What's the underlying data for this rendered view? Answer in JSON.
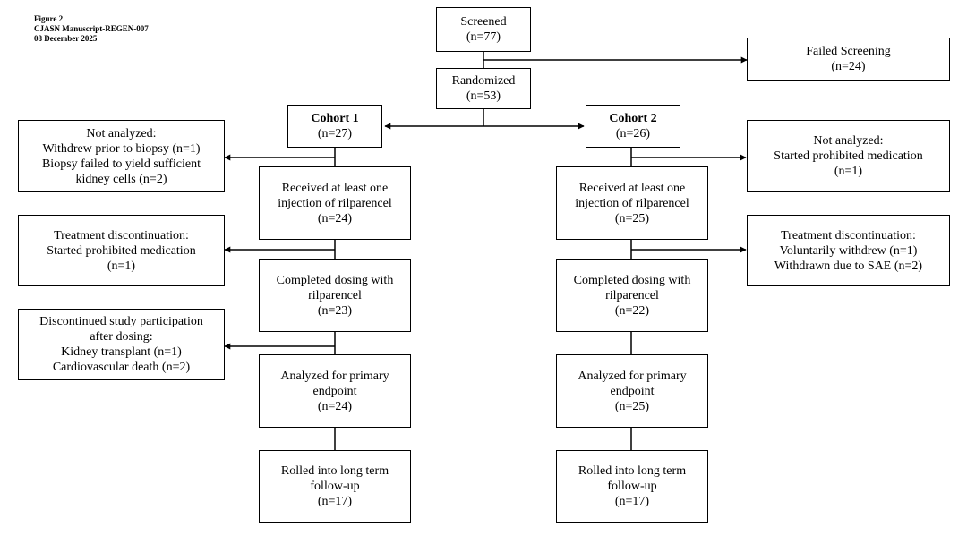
{
  "header": {
    "line1": "Figure 2",
    "line2": "CJASN Manuscript-REGEN-007",
    "line3": "08 December 2025"
  },
  "nodes": {
    "screened": [
      "Screened",
      "(n=77)"
    ],
    "failed_screening": [
      "Failed Screening",
      "(n=24)"
    ],
    "randomized": [
      "Randomized",
      "(n=53)"
    ],
    "cohort1": {
      "title": "Cohort 1",
      "n": "(n=27)"
    },
    "cohort2": {
      "title": "Cohort 2",
      "n": "(n=26)"
    },
    "c1_not_analyzed": [
      "Not analyzed:",
      "Withdrew prior to biopsy (n=1)",
      "Biopsy failed to yield sufficient",
      "kidney cells (n=2)"
    ],
    "c2_not_analyzed": [
      "Not analyzed:",
      "Started prohibited medication",
      "(n=1)"
    ],
    "c1_received": [
      "Received at least one",
      "injection of rilparencel",
      "(n=24)"
    ],
    "c2_received": [
      "Received at least one",
      "injection of rilparencel",
      "(n=25)"
    ],
    "c1_treatment_disc": [
      "Treatment discontinuation:",
      "Started prohibited medication",
      "(n=1)"
    ],
    "c2_treatment_disc": [
      "Treatment discontinuation:",
      "Voluntarily withdrew  (n=1)",
      "Withdrawn due to SAE (n=2)"
    ],
    "c1_completed": [
      "Completed dosing with",
      "rilparencel",
      "(n=23)"
    ],
    "c2_completed": [
      "Completed dosing with",
      "rilparencel",
      "(n=22)"
    ],
    "c1_discontinued_study": [
      "Discontinued study participation",
      "after dosing:",
      "Kidney transplant (n=1)",
      "Cardiovascular death  (n=2)"
    ],
    "c1_analyzed": [
      "Analyzed for primary",
      "endpoint",
      "(n=24)"
    ],
    "c2_analyzed": [
      "Analyzed for primary",
      "endpoint",
      "(n=25)"
    ],
    "c1_rolled": [
      "Rolled into long term",
      "follow-up",
      "(n=17)"
    ],
    "c2_rolled": [
      "Rolled into long term",
      "follow-up",
      "(n=17)"
    ]
  }
}
